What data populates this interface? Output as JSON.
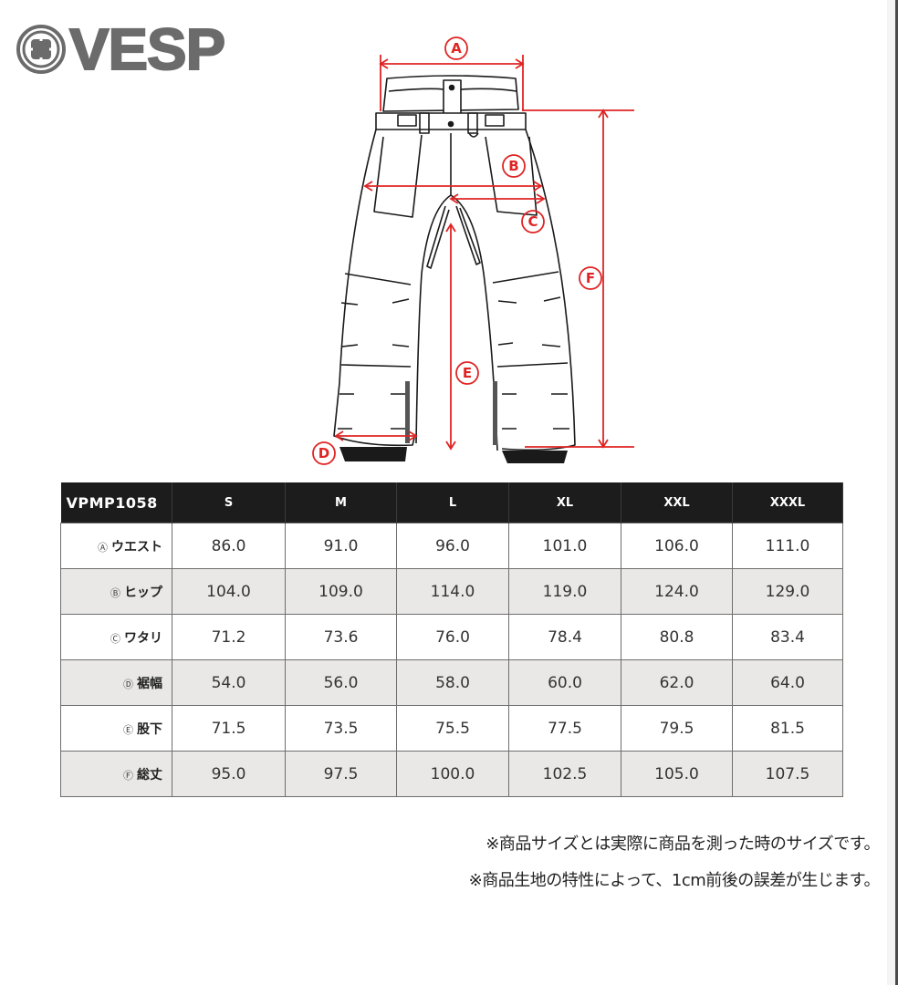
{
  "brand": {
    "logo_text": "VESP",
    "logo_color": "#6b6b6b"
  },
  "diagram": {
    "accent_color": "#e02424",
    "markers": [
      {
        "id": "A",
        "meaning": "ウエスト"
      },
      {
        "id": "B",
        "meaning": "ヒップ"
      },
      {
        "id": "C",
        "meaning": "ワタリ"
      },
      {
        "id": "D",
        "meaning": "裾幅"
      },
      {
        "id": "E",
        "meaning": "股下"
      },
      {
        "id": "F",
        "meaning": "総丈"
      }
    ]
  },
  "table": {
    "model": "VPMP1058",
    "sizes": [
      "S",
      "M",
      "L",
      "XL",
      "XXL",
      "XXXL"
    ],
    "rows": [
      {
        "marker": "Ⓐ",
        "label": "ウエスト",
        "values": [
          "86.0",
          "91.0",
          "96.0",
          "101.0",
          "106.0",
          "111.0"
        ]
      },
      {
        "marker": "Ⓑ",
        "label": "ヒップ",
        "values": [
          "104.0",
          "109.0",
          "114.0",
          "119.0",
          "124.0",
          "129.0"
        ]
      },
      {
        "marker": "Ⓒ",
        "label": "ワタリ",
        "values": [
          "71.2",
          "73.6",
          "76.0",
          "78.4",
          "80.8",
          "83.4"
        ]
      },
      {
        "marker": "Ⓓ",
        "label": "裾幅",
        "values": [
          "54.0",
          "56.0",
          "58.0",
          "60.0",
          "62.0",
          "64.0"
        ]
      },
      {
        "marker": "Ⓔ",
        "label": "股下",
        "values": [
          "71.5",
          "73.5",
          "75.5",
          "77.5",
          "79.5",
          "81.5"
        ]
      },
      {
        "marker": "Ⓕ",
        "label": "総丈",
        "values": [
          "95.0",
          "97.5",
          "100.0",
          "102.5",
          "105.0",
          "107.5"
        ]
      }
    ]
  },
  "notes": [
    "※商品サイズとは実際に商品を測った時のサイズです。",
    "※商品生地の特性によって、1cm前後の誤差が生じます。"
  ]
}
